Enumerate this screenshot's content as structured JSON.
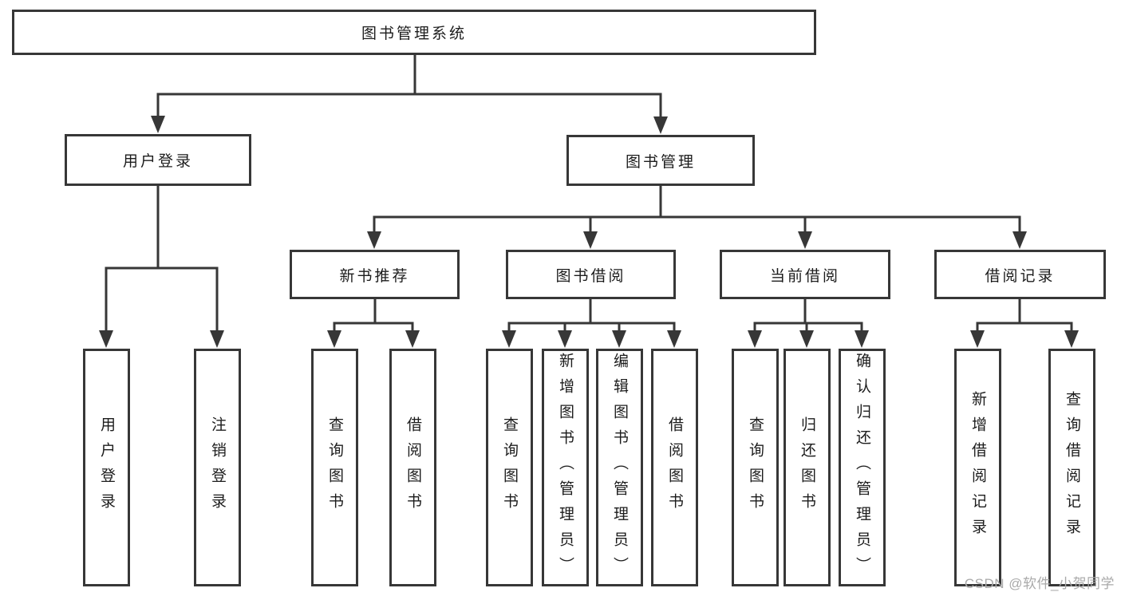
{
  "tree": {
    "label": "图书管理系统",
    "children": [
      {
        "label": "用户登录",
        "children": [
          {
            "label": "用户登录"
          },
          {
            "label": "注销登录"
          }
        ]
      },
      {
        "label": "图书管理",
        "children": [
          {
            "label": "新书推荐",
            "children": [
              {
                "label": "查询图书"
              },
              {
                "label": "借阅图书"
              }
            ]
          },
          {
            "label": "图书借阅",
            "children": [
              {
                "label": "查询图书"
              },
              {
                "label": "新增图书（管理员）"
              },
              {
                "label": "编辑图书（管理员）"
              },
              {
                "label": "借阅图书"
              }
            ]
          },
          {
            "label": "当前借阅",
            "children": [
              {
                "label": "查询图书"
              },
              {
                "label": "归还图书"
              },
              {
                "label": "确认归还（管理员）"
              }
            ]
          },
          {
            "label": "借阅记录",
            "children": [
              {
                "label": "新增借阅记录"
              },
              {
                "label": "查询借阅记录"
              }
            ]
          }
        ]
      }
    ]
  },
  "watermark": {
    "text": "CSDN @软件_小贺同学"
  },
  "colors": {
    "line": "#373737",
    "box_border": "#373737",
    "background": "#ffffff",
    "text": "#1c1c1c",
    "watermark": "#a9a9a9"
  }
}
